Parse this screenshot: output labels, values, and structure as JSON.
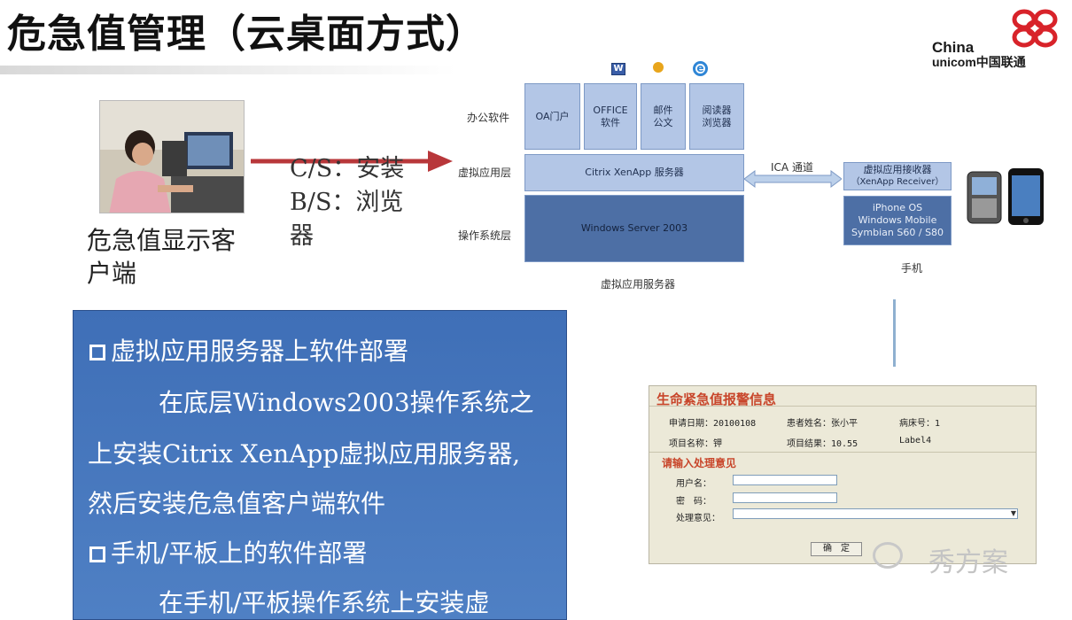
{
  "title": "危急值管理（云桌面方式）",
  "logo": {
    "line1": "China",
    "line2": "unicom中国联通"
  },
  "client": {
    "label_line1": "危急值显示客",
    "label_line2": "户端"
  },
  "cs_bs": {
    "line1": "C/S：安装",
    "line2": "B/S：浏览",
    "line3": "器"
  },
  "arch": {
    "layer_office": "办公软件",
    "layer_virtual": "虚拟应用层",
    "layer_os": "操作系统层",
    "icons": [
      "word-icon",
      "lotus-notes-icon",
      "ie-icon"
    ],
    "office_boxes": [
      {
        "line1": "OA门户",
        "line2": ""
      },
      {
        "line1": "OFFICE",
        "line2": "软件"
      },
      {
        "line1": "邮件",
        "line2": "公文"
      },
      {
        "line1": "阅读器",
        "line2": "浏览器"
      }
    ],
    "xenapp_server": "Citrix XenApp 服务器",
    "windows_server": "Windows Server 2003",
    "server_caption": "虚拟应用服务器",
    "ica_channel": "ICA 通道",
    "receiver_line1": "虚拟应用接收器",
    "receiver_line2": "（XenApp Receiver）",
    "mobile_os_line1": "iPhone OS",
    "mobile_os_line2": "Windows Mobile",
    "mobile_os_line3": "Symbian S60 / S80",
    "phone_caption": "手机"
  },
  "panel": {
    "bullet1": "虚拟应用服务器上软件部署",
    "line2": "在底层Windows2003操作系统之",
    "line3": "上安装Citrix XenApp虚拟应用服务器,",
    "line4": "然后安装危急值客户端软件",
    "bullet2": "手机/平板上的软件部署",
    "line6": "在手机/平板操作系统上安装虚"
  },
  "form": {
    "title": "生命紧急值报警信息",
    "apply_date": "申请日期：20100108",
    "patient_name": "患者姓名：张小平",
    "bed_no": "病床号：1",
    "item_name": "项目名称：钾",
    "item_result": "项目结果：10.55",
    "label4": "Label4",
    "opinion_title": "请输入处理意见",
    "username_label": "用户名：",
    "password_label": "密　码：",
    "handle_label": "处理意见：",
    "confirm_button": "确　定"
  },
  "watermark": "秀方案"
}
